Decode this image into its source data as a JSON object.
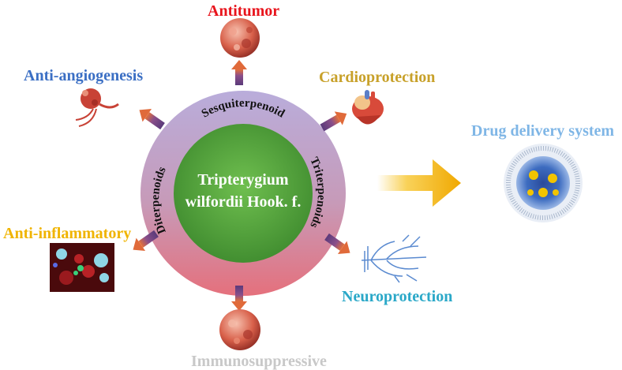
{
  "center": {
    "title_line1": "Tripterygium",
    "title_line2": "wilfordii Hook. f."
  },
  "compound_classes": {
    "top": "Sesquiterpenoid",
    "right": "Triterpenoids",
    "left": "Diterpenoids"
  },
  "activities": [
    {
      "label": "Antitumor",
      "color": "#e8141c"
    },
    {
      "label": "Cardioprotection",
      "color": "#c8a12a"
    },
    {
      "label": "Neuroprotection",
      "color": "#2aa8c8"
    },
    {
      "label": "Immunosuppressive",
      "color": "#c8c8c8"
    },
    {
      "label": "Anti-inflammatory",
      "color": "#f0b400"
    },
    {
      "label": "Anti-angiogenesis",
      "color": "#3b6fc4"
    }
  ],
  "delivery": {
    "label": "Drug delivery system",
    "color": "#7fb6e6"
  },
  "colors": {
    "inner_circle": "#4f9a3a",
    "ring_top": "#b7a9d8",
    "ring_bottom": "#e27a86",
    "arrow_body": "#7a4b8e",
    "arrow_head": "#e06a3a",
    "big_arrow": "#f5b400"
  },
  "icons": {
    "tumor": "tumor-cell-icon",
    "heart": "heart-icon",
    "neuron": "neuron-icon",
    "immune": "immune-cell-icon",
    "inflammation": "inflammation-cells-icon",
    "vessel": "blood-vessel-icon",
    "nanoparticle": "nanoparticle-icon"
  }
}
